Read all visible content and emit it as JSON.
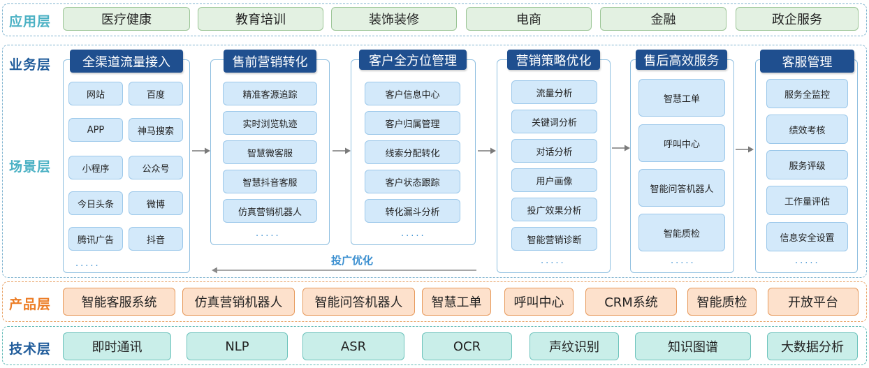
{
  "layers": {
    "application": "应用层",
    "business": "业务层",
    "scenario": "场景层",
    "product": "产品层",
    "technology": "技术层"
  },
  "application_items": [
    "医疗健康",
    "教育培训",
    "装饰装修",
    "电商",
    "金融",
    "政企服务"
  ],
  "columns": [
    {
      "title": "全渠道流量接入",
      "items": [
        "网站",
        "百度",
        "APP",
        "神马搜索",
        "小程序",
        "公众号",
        "今日头条",
        "微博",
        "腾讯广告",
        "抖音"
      ],
      "more": "....."
    },
    {
      "title": "售前营销转化",
      "items": [
        "精准客源追踪",
        "实时浏览轨迹",
        "智慧微客服",
        "智慧抖音客服",
        "仿真营销机器人"
      ],
      "more": "....."
    },
    {
      "title": "客户全方位管理",
      "items": [
        "客户信息中心",
        "客户归属管理",
        "线索分配转化",
        "客户状态跟踪",
        "转化漏斗分析"
      ],
      "more": "....."
    },
    {
      "title": "营销策略优化",
      "items": [
        "流量分析",
        "关键词分析",
        "对话分析",
        "用户画像",
        "投广效果分析",
        "智能营销诊断"
      ],
      "more": "....."
    },
    {
      "title": "售后高效服务",
      "items": [
        "智慧工单",
        "呼叫中心",
        "智能问答机器人",
        "智能质检"
      ],
      "more": "....."
    },
    {
      "title": "客服管理",
      "items": [
        "服务全监控",
        "绩效考核",
        "服务评级",
        "工作量评估",
        "信息安全设置"
      ],
      "more": "....."
    }
  ],
  "feedback_label": "投广优化",
  "product_items": [
    "智能客服系统",
    "仿真营销机器人",
    "智能问答机器人",
    "智慧工单",
    "呼叫中心",
    "CRM系统",
    "智能质检",
    "开放平台"
  ],
  "technology_items": [
    "即时通讯",
    "NLP",
    "ASR",
    "OCR",
    "声纹识别",
    "知识图谱",
    "大数据分析"
  ]
}
